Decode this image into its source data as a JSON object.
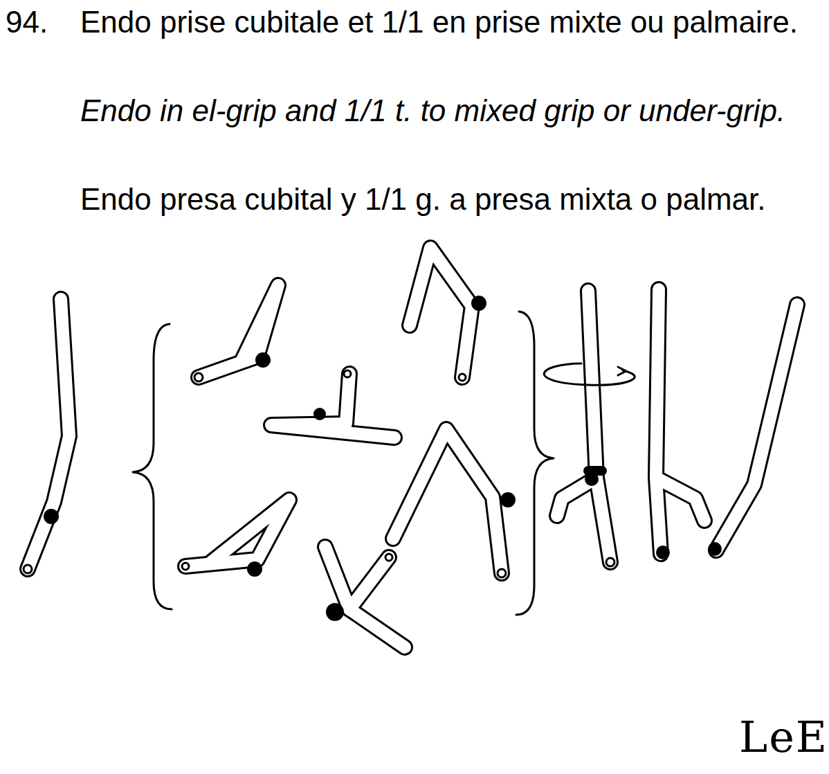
{
  "diagram": {
    "labels": [
      "94.",
      "Endo prise cubitale et 1/1 en prise mixte ou palmaire.",
      "Endo in el-grip and 1/1 t. to mixed grip or under-grip.",
      "Endo presa cubital y 1/1 g. a presa mixta o palmar.",
      "LeE"
    ]
  }
}
